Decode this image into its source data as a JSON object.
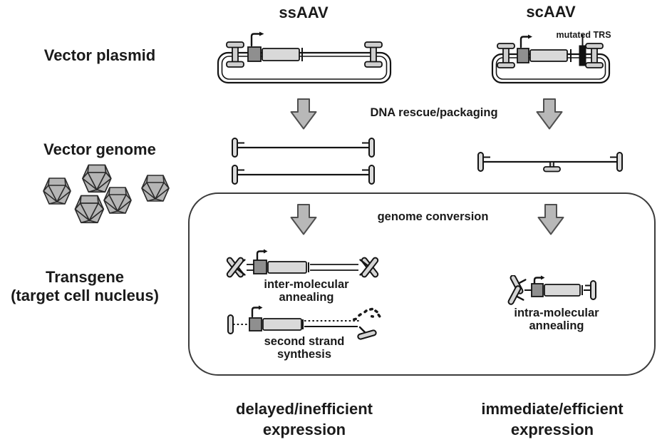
{
  "figure": {
    "column_headers": {
      "ssaav": "ssAAV",
      "scaav": "scAAV"
    },
    "row_labels": {
      "vector_plasmid": "Vector plasmid",
      "vector_genome": "Vector genome",
      "transgene_line1": "Transgene",
      "transgene_line2": "(target cell nucleus)"
    },
    "annotations": {
      "mutated_trs": "mutated TRS",
      "dna_rescue_packaging": "DNA rescue/packaging",
      "genome_conversion": "genome conversion",
      "inter_molecular": {
        "line1": "inter-molecular",
        "line2": "annealing"
      },
      "second_strand": {
        "line1": "second strand",
        "line2": "synthesis"
      },
      "intra_molecular": {
        "line1": "intra-molecular",
        "line2": "annealing"
      }
    },
    "outcomes": {
      "ssaav": {
        "line1": "delayed/inefficient",
        "line2": "expression"
      },
      "scaav": {
        "line1": "immediate/efficient",
        "line2": "expression"
      }
    },
    "capsid_count": 5,
    "colors": {
      "background": "#ffffff",
      "text": "#1a1a1a",
      "outline": "#141414",
      "arrow_fill": "#b8b8b8",
      "arrow_stroke": "#4f4f4f",
      "promoter_fill": "#8f8f8f",
      "transgene_fill": "#d9d9d9",
      "itr_fill": "#cfcfcf",
      "capsid_fill": "#b5b5b5",
      "mutated_trs_fill": "#111111",
      "nucleus_border": "#3c3c3c"
    }
  }
}
